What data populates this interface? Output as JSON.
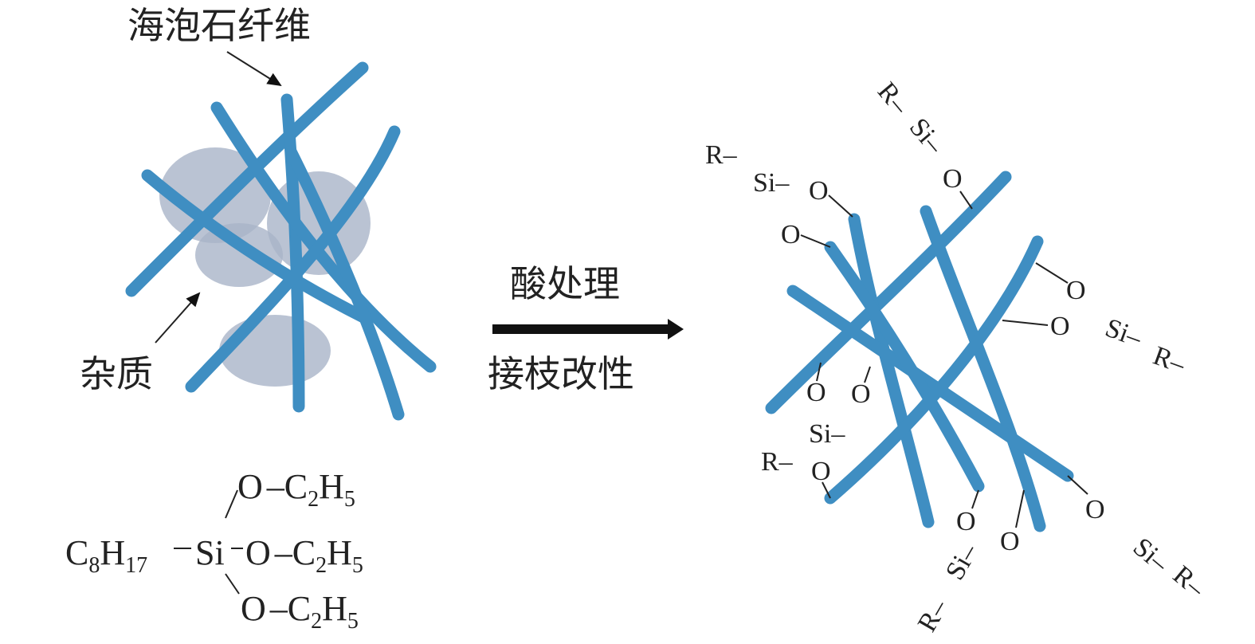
{
  "labels": {
    "fiber": "海泡石纤维",
    "impurity": "杂质",
    "process_top": "酸处理",
    "process_bottom": "接枝改性"
  },
  "formula": {
    "left_group": "C",
    "left_sub1": "8",
    "left_h": "H",
    "left_sub2": "17",
    "center": "Si",
    "o": "O",
    "ethyl_c": "C",
    "ethyl_sub1": "2",
    "ethyl_h": "H",
    "ethyl_sub2": "5"
  },
  "graft": {
    "r": "R",
    "si": "Si",
    "o": "O"
  },
  "colors": {
    "fiber": "#3f8ec2",
    "impurity": "#a9b4c8",
    "arrow": "#111111"
  }
}
